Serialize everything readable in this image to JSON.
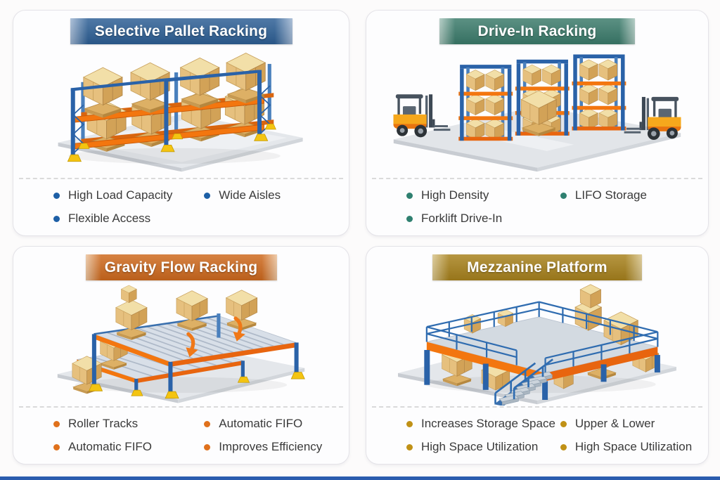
{
  "page": {
    "background": "#fcfbfb",
    "bottom_bar_color": "#2a5cae",
    "card_background": "#fdfdfe",
    "feature_text_color": "#3a3a3a"
  },
  "cards": [
    {
      "title": "Selective Pallet Racking",
      "banner_color": "#2e6096",
      "banner_edge": "#9fb6d2",
      "accent": "#1d5fa6",
      "illustration": "selective-pallet-racking",
      "features": [
        "High Load Capacity",
        "Wide Aisles",
        "Flexible Access"
      ]
    },
    {
      "title": "Drive-In Racking",
      "banner_color": "#3c7c6c",
      "banner_edge": "#a9c6bd",
      "accent": "#2f8070",
      "illustration": "drive-in-racking",
      "features": [
        "High Density",
        "LIFO Storage",
        "Forklift Drive-In"
      ]
    },
    {
      "title": "Gravity Flow Racking",
      "banner_color": "#cf6a1e",
      "banner_edge": "#ecc49e",
      "accent": "#e0711c",
      "illustration": "gravity-flow-racking",
      "features": [
        "Roller Tracks",
        "Automatic FIFO",
        "Automatic FIFO",
        "Improves Efficiency"
      ]
    },
    {
      "title": "Mezzanine Platform",
      "banner_color": "#a8821d",
      "banner_edge": "#d9c58c",
      "accent": "#c09116",
      "illustration": "mezzanine-platform",
      "features": [
        "Increases Storage Space",
        "Upper & Lower",
        "High Space Utilization",
        "High Space Utilization"
      ]
    }
  ]
}
